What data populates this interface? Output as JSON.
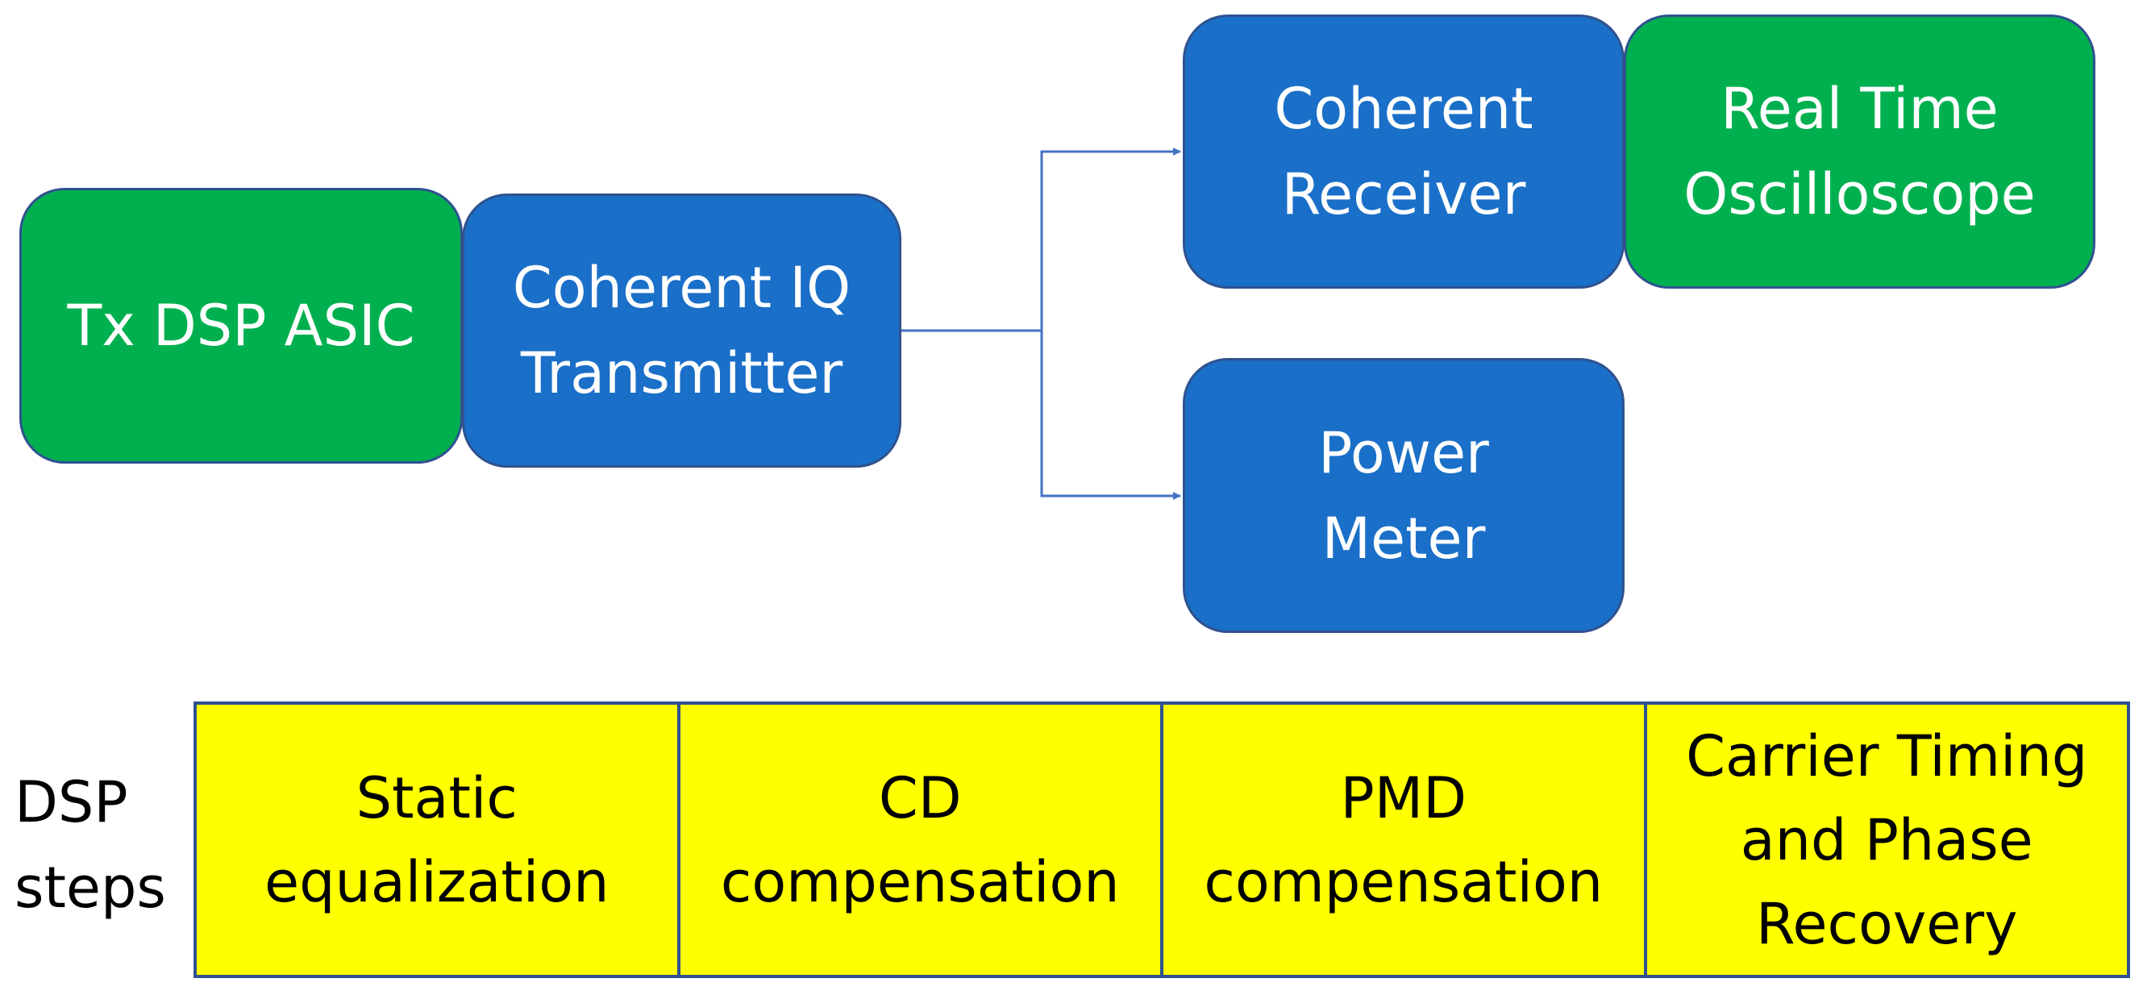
{
  "blocks": {
    "tx_dsp_asic": {
      "lines": [
        "Tx DSP ASIC"
      ]
    },
    "coherent_iq_transmitter": {
      "lines": [
        "Coherent IQ",
        "Transmitter"
      ]
    },
    "coherent_receiver": {
      "lines": [
        "Coherent",
        "Receiver"
      ]
    },
    "real_time_oscilloscope": {
      "lines": [
        "Real Time",
        "Oscilloscope"
      ]
    },
    "power_meter": {
      "lines": [
        "Power",
        "Meter"
      ]
    }
  },
  "dsp_label": {
    "lines": [
      "DSP",
      "steps"
    ]
  },
  "dsp_steps": [
    {
      "lines": [
        "Static",
        "equalization"
      ]
    },
    {
      "lines": [
        "CD",
        "compensation"
      ]
    },
    {
      "lines": [
        "PMD",
        "compensation"
      ]
    },
    {
      "lines": [
        "Carrier Timing",
        "and Phase",
        "Recovery"
      ]
    }
  ],
  "colors": {
    "dsp_block": "#00b04f",
    "optical_block": "#1a6fc8",
    "border": "#2f528f",
    "dsp_steps_fill": "#ffff00"
  }
}
